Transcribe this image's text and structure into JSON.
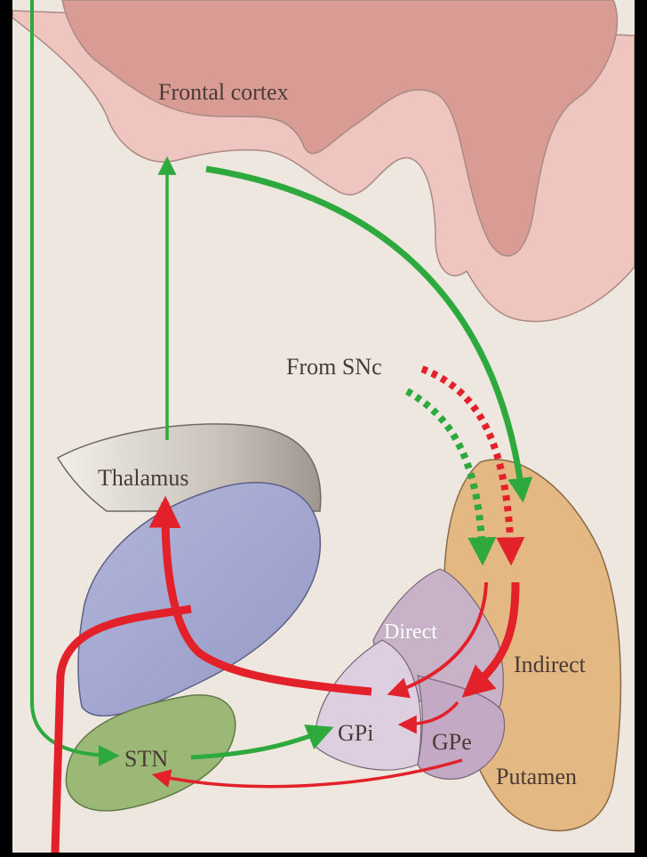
{
  "labels": {
    "frontal_cortex": "Frontal cortex",
    "from_snc": "From SNc",
    "thalamus": "Thalamus",
    "direct": "Direct",
    "indirect": "Indirect",
    "gpi": "GPi",
    "gpe": "GPe",
    "stn": "STN",
    "putamen": "Putamen"
  },
  "colors": {
    "background": "#000000",
    "panel": "#ede7df",
    "cortex_light": "#efc5bf",
    "cortex_dark": "#d89c95",
    "thalamus_cap": "#b8b2aa",
    "thalamus_body": "#a4a8cf",
    "stn": "#9cb877",
    "putamen": "#e3b883",
    "direct_region": "#c8b2c7",
    "gpi": "#ddcfe0",
    "gpe": "#c3a9c3",
    "excitatory": "#2ea93d",
    "inhibitory": "#e3212a"
  },
  "icons": {
    "excitatory_arrow": "green-arrow-icon",
    "inhibitory_arrow": "red-arrow-icon",
    "dopamine_arrow": "dashed-arrow-icon"
  }
}
